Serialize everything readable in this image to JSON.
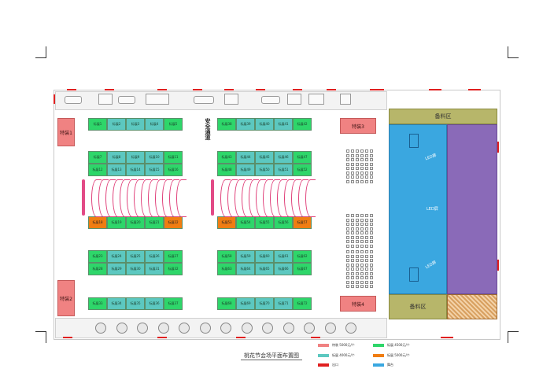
{
  "title": "桃花节会场平面布置图",
  "safety_passage": "安全通道",
  "special_booths": {
    "s1": "特装1",
    "s2": "特装2",
    "s3": "特装3",
    "s4": "特装4"
  },
  "storage": {
    "top": "备料区",
    "bottom": "备料区"
  },
  "led": {
    "left_label": "LED屏",
    "center_label": "LED屏",
    "bottom_label": "LED屏"
  },
  "left_top_row": [
    "标展1",
    "标展2",
    "标展3",
    "标展4",
    "标展5"
  ],
  "left_row_a": [
    "标展7",
    "标展8",
    "标展9",
    "标展10",
    "标展11"
  ],
  "left_row_b": [
    "标展12",
    "标展13",
    "标展14",
    "标展15",
    "标展16"
  ],
  "left_row_c": [
    "标展18",
    "标展19",
    "标展20",
    "标展21",
    "标展22"
  ],
  "left_row_d": [
    "标展23",
    "标展24",
    "标展25",
    "标展26",
    "标展27"
  ],
  "left_row_e": [
    "标展28",
    "标展29",
    "标展30",
    "标展31",
    "标展32"
  ],
  "left_bottom_row": [
    "标展33",
    "标展34",
    "标展35",
    "标展36",
    "标展37"
  ],
  "right_top_row": [
    "标展38",
    "标展39",
    "标展40",
    "标展41",
    "标展42"
  ],
  "right_row_a": [
    "标展43",
    "标展44",
    "标展45",
    "标展46",
    "标展47"
  ],
  "right_row_b": [
    "标展48",
    "标展49",
    "标展50",
    "标展51",
    "标展52"
  ],
  "right_row_c": [
    "标展53",
    "标展54",
    "标展55",
    "标展56",
    "标展57"
  ],
  "right_row_d": [
    "标展58",
    "标展59",
    "标展60",
    "标展61",
    "标展62"
  ],
  "right_row_e": [
    "标展63",
    "标展64",
    "标展65",
    "标展66",
    "标展67"
  ],
  "right_bottom_row": [
    "标展68",
    "标展69",
    "标展70",
    "标展71",
    "标展72"
  ],
  "legend": [
    {
      "label": "特装 5000元/个",
      "color": "#f08282"
    },
    {
      "label": "标展 4500元/个",
      "color": "#2ed66a"
    },
    {
      "label": "标展 4000元/个",
      "color": "#5cc8c0"
    },
    {
      "label": "标展 5000元/个",
      "color": "#f07d12"
    },
    {
      "label": "出口",
      "color": "#e02020"
    },
    {
      "label": "舞台",
      "color": "#3aa7e0"
    }
  ],
  "colors": {
    "stage": "#3aa7e0",
    "led_panel": "#8a6ab8",
    "storage": "#b7b66a"
  }
}
